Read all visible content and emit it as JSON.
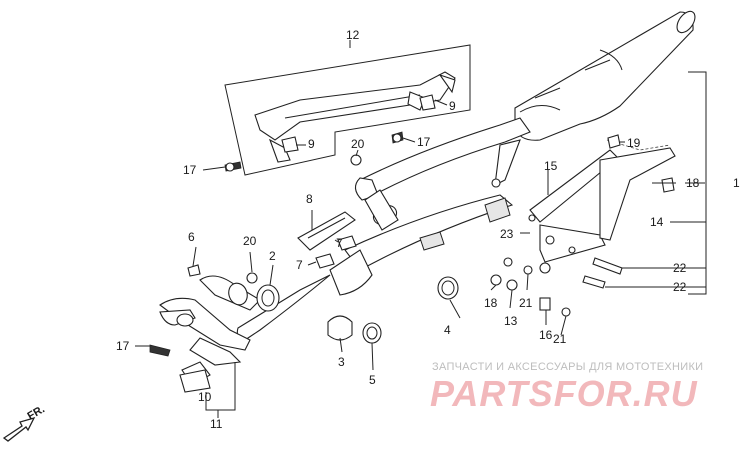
{
  "labels": {
    "l1": "1",
    "l2": "2",
    "l3": "3",
    "l4": "4",
    "l5": "5",
    "l6": "6",
    "l7a": "7",
    "l7b": "7",
    "l8": "8",
    "l9a": "9",
    "l9b": "9",
    "l10": "10",
    "l11": "11",
    "l12": "12",
    "l13": "13",
    "l14": "14",
    "l15": "15",
    "l16": "16",
    "l17a": "17",
    "l17b": "17",
    "l17c": "17",
    "l18a": "18",
    "l18b": "18",
    "l19": "19",
    "l20a": "20",
    "l20b": "20",
    "l21a": "21",
    "l21b": "21",
    "l22a": "22",
    "l22b": "22",
    "l23": "23"
  },
  "direction_label": "FR.",
  "watermark": {
    "subtitle": "ЗАПЧАСТИ И АКСЕССУАРЫ ДЛЯ МОТОТЕХНИКИ",
    "brand": "PARTSFOR.RU"
  }
}
